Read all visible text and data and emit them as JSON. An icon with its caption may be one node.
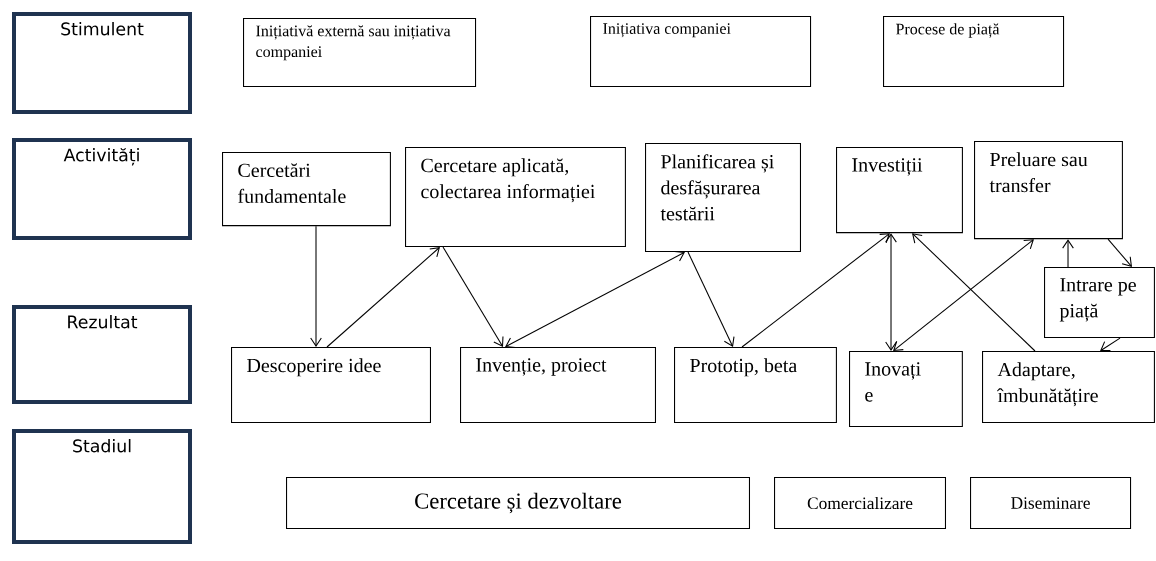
{
  "diagram": {
    "nodes": [
      {
        "text": [
          "Stimulent"
        ]
      },
      {
        "text": [
          "Inițiativă externă sau inițiativa companiei"
        ]
      },
      {
        "text": [
          "Inițiativa companiei"
        ]
      },
      {
        "text": [
          "Procese de piață"
        ]
      },
      {
        "text": [
          "Activități"
        ]
      },
      {
        "text": [
          "Cercetări fundamentale"
        ]
      },
      {
        "text": [
          "Cercetare aplicată, colectarea informației"
        ]
      },
      {
        "text": [
          "Planificarea și desfășurarea testării"
        ]
      },
      {
        "text": [
          "Investiții"
        ]
      },
      {
        "text": [
          "Preluare sau transfer"
        ]
      },
      {
        "text": [
          "Rezultat"
        ]
      },
      {
        "text": [
          "Descoperire idee"
        ]
      },
      {
        "text": [
          "Invenție, proiect"
        ]
      },
      {
        "text": [
          "Prototip, beta"
        ]
      },
      {
        "text": [
          "Inovați e"
        ]
      },
      {
        "text": [
          "Adaptare, îmbunătățire"
        ]
      },
      {
        "text": [
          "Intrare pe piață"
        ]
      },
      {
        "text": [
          "Stadiul"
        ]
      },
      {
        "text": [
          "Cercetare și dezvoltare"
        ]
      },
      {
        "text": [
          "Comercializare"
        ]
      },
      {
        "text": [
          "Diseminare"
        ]
      }
    ],
    "edges": [
      {
        "from": 5,
        "to": 11,
        "arrow": "to"
      },
      {
        "from": 11,
        "to": 6,
        "arrow": "to"
      },
      {
        "from": 6,
        "to": 12,
        "arrow": "to"
      },
      {
        "from": 12,
        "to": 7,
        "arrow": "both"
      },
      {
        "from": 7,
        "to": 13,
        "arrow": "to"
      },
      {
        "from": 13,
        "to": 8,
        "arrow": "to"
      },
      {
        "from": 8,
        "to": 14,
        "arrow": "both"
      },
      {
        "from": 14,
        "to": 9,
        "arrow": "both"
      },
      {
        "from": 15,
        "to": 8,
        "arrow": "to"
      },
      {
        "from": 16,
        "to": 9,
        "arrow": "to"
      },
      {
        "from": 9,
        "to": 16,
        "arrow": "to"
      },
      {
        "from": 16,
        "to": 15,
        "arrow": "to"
      }
    ]
  }
}
